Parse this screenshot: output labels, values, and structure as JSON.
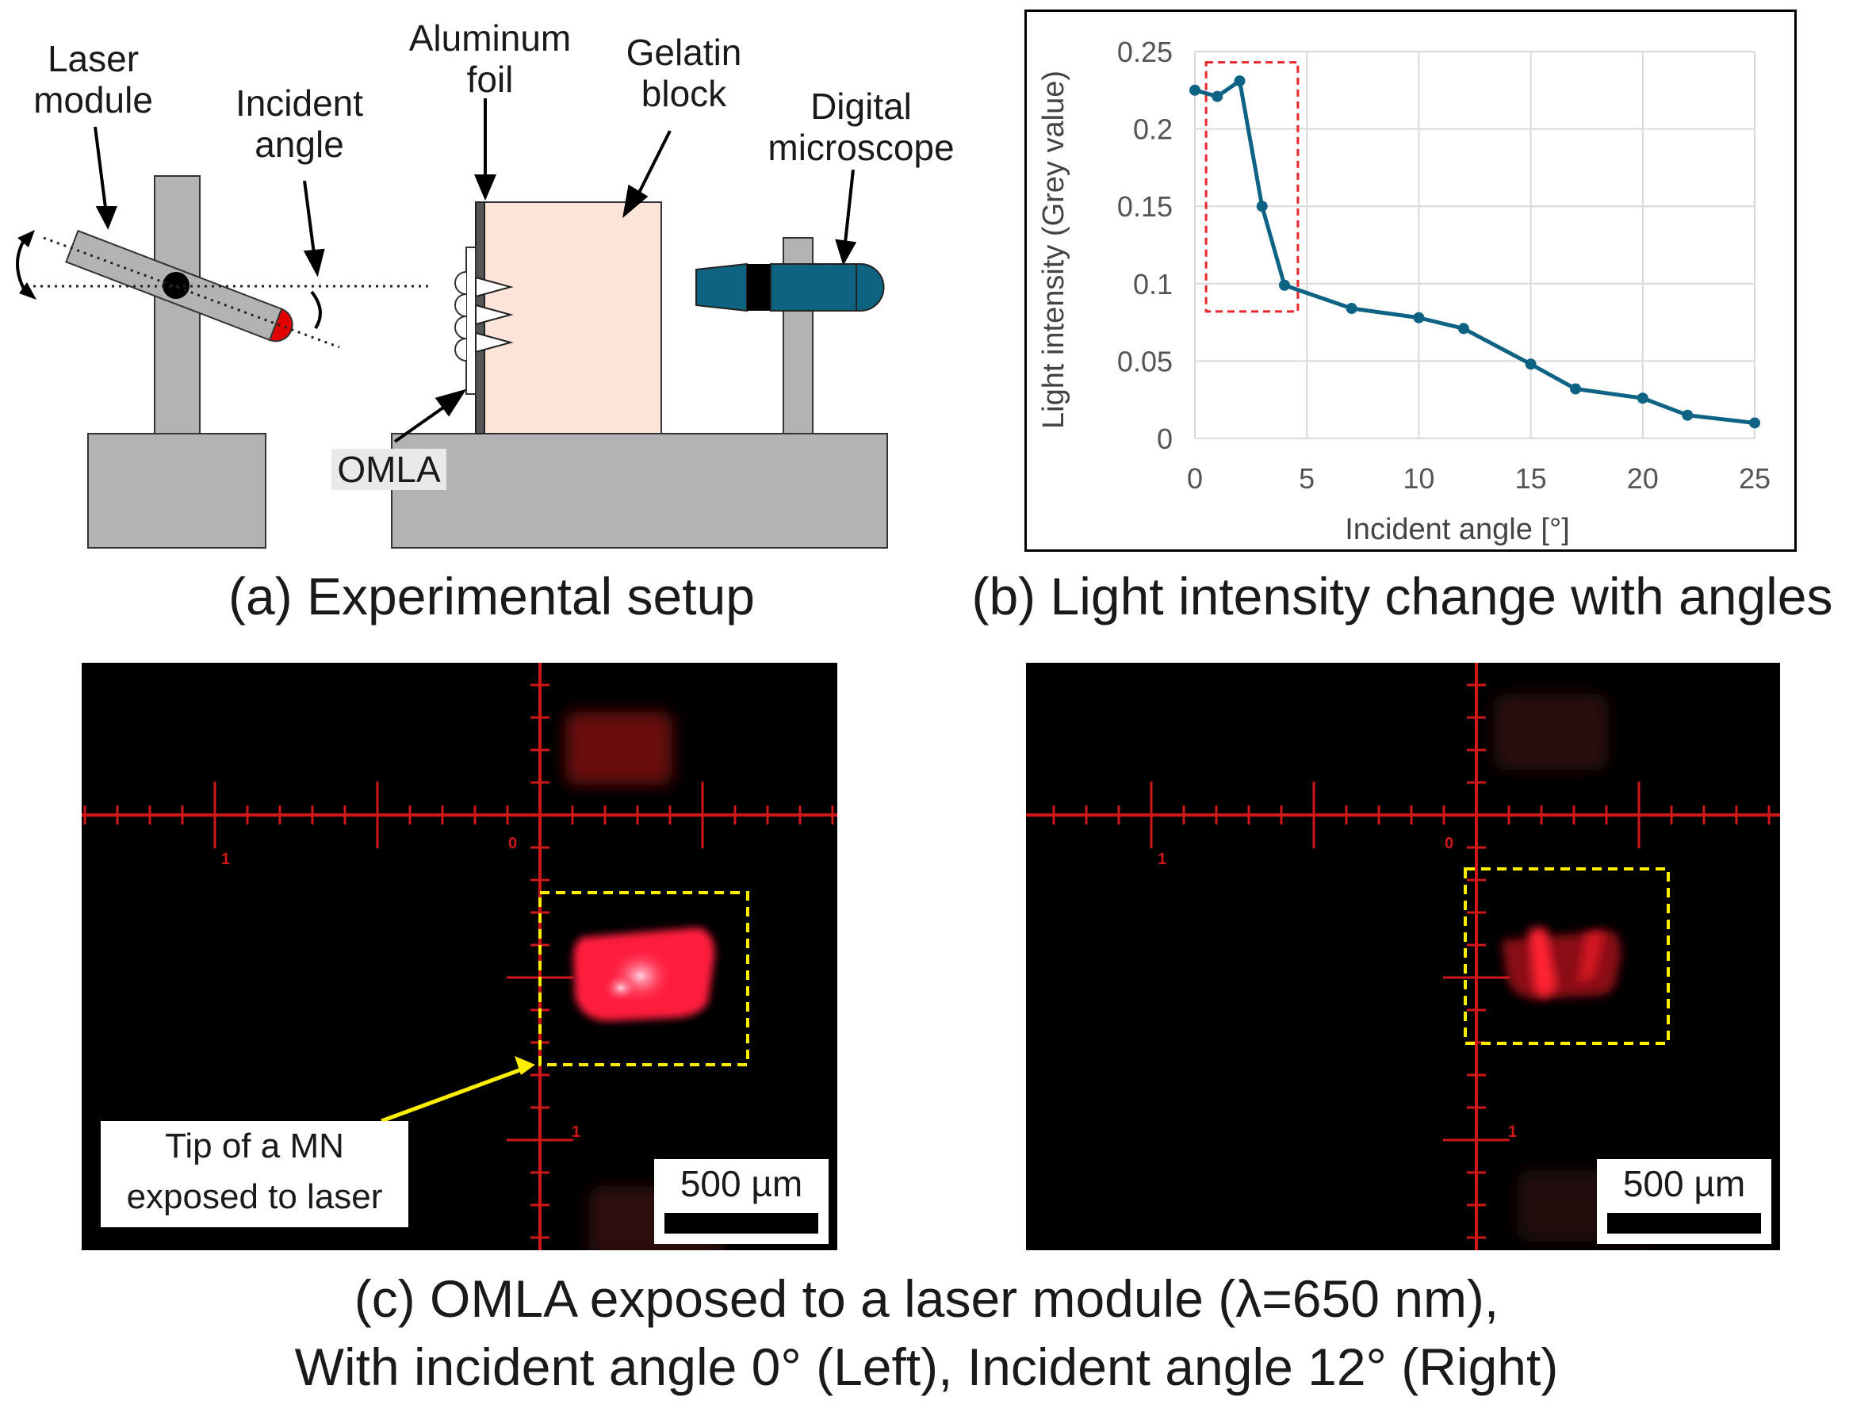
{
  "panel_a": {
    "labels": {
      "laser_module": [
        "Laser",
        "module"
      ],
      "incident_angle": [
        "Incident",
        "angle"
      ],
      "aluminum_foil": [
        "Aluminum",
        "foil"
      ],
      "gelatin_block": [
        "Gelatin",
        "block"
      ],
      "digital_microscope": [
        "Digital",
        "microscope"
      ],
      "omla": "OMLA"
    },
    "caption": "(a) Experimental setup",
    "colors": {
      "stand": "#b3b3b3",
      "gelatin": "#fde4d8",
      "laser_tip": "#e00000",
      "microscope": "#0d6380"
    }
  },
  "panel_b": {
    "caption": "(b) Light intensity change with angles",
    "highlight_color": "#e8262b",
    "highlight_x_range": [
      0.5,
      4.6
    ],
    "highlight_y_range": [
      0.082,
      0.243
    ]
  },
  "chart_data": {
    "type": "line",
    "xlabel": "Incident angle [°]",
    "ylabel": "Light intensity (Grey value)",
    "xlim": [
      0,
      25
    ],
    "ylim": [
      0,
      0.25
    ],
    "x_ticks": [
      "0",
      "5",
      "10",
      "15",
      "20",
      "25"
    ],
    "y_ticks": [
      "0",
      "0.05",
      "0.1",
      "0.15",
      "0.2",
      "0.25"
    ],
    "grid": true,
    "line_color": "#0e6384",
    "series": [
      {
        "x": [
          0,
          1,
          2,
          3,
          4,
          7,
          10,
          12,
          15,
          17,
          20,
          22,
          25
        ],
        "y": [
          0.225,
          0.221,
          0.231,
          0.15,
          0.099,
          0.084,
          0.078,
          0.071,
          0.048,
          0.032,
          0.026,
          0.015,
          0.01
        ]
      }
    ]
  },
  "panel_c": {
    "caption_lines": [
      "(c) OMLA exposed to a laser module (λ=650 nm),",
      "With incident angle 0° (Left), Incident angle 12° (Right)"
    ],
    "callout": [
      "Tip of a MN",
      "exposed to laser"
    ],
    "scale_label": "500 µm",
    "reticle_labels": {
      "origin": "0",
      "unit": "1"
    },
    "colors": {
      "reticle": "#d01818",
      "highlight": "#ffee00",
      "arrow": "#ffee00"
    }
  }
}
